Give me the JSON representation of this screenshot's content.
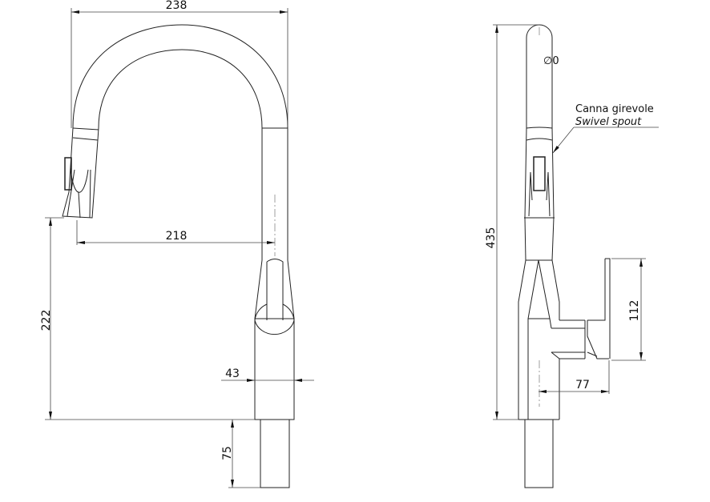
{
  "drawing": {
    "front_view": {
      "dims": {
        "width_overall": "238",
        "reach": "218",
        "spout_height": "222",
        "body_diameter": "43",
        "shank_length": "75"
      }
    },
    "side_view": {
      "dims": {
        "height_overall": "435",
        "lever_height": "112",
        "lever_reach": "77"
      },
      "diameter_mark": "∅0",
      "callout": {
        "label_it": "Canna girevole",
        "label_en": "Swivel spout"
      }
    }
  }
}
